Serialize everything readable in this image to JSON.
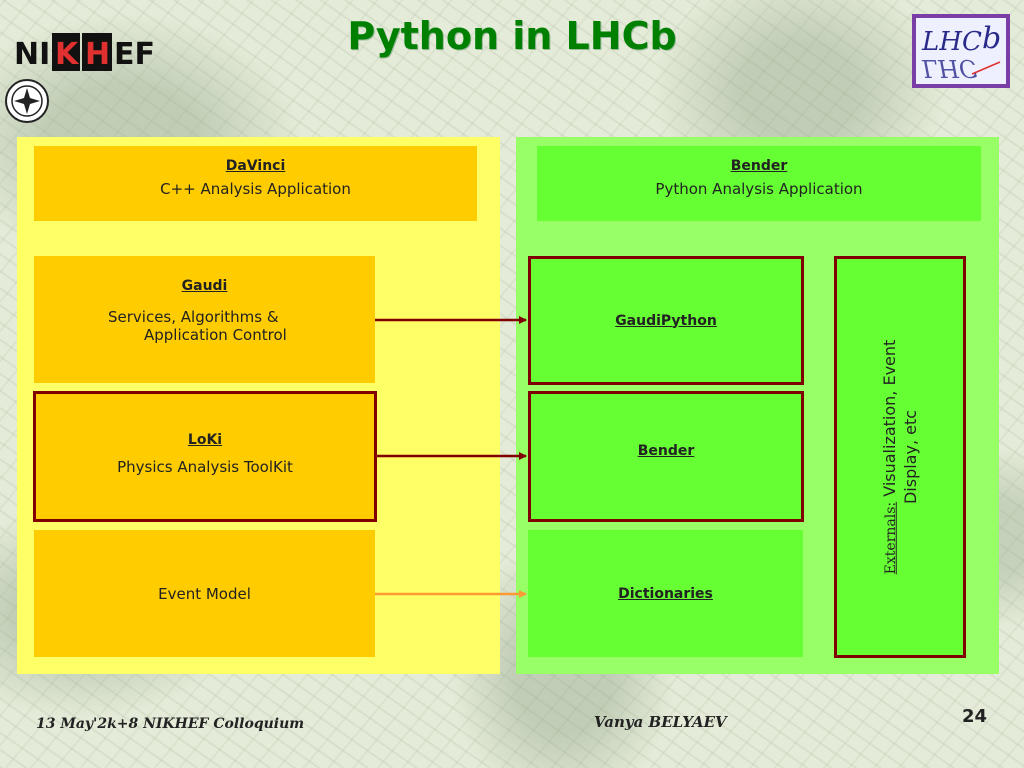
{
  "title": "Python in LHCb",
  "logos": {
    "nikhef": "NIKHEF",
    "lhcb": "LHCb"
  },
  "davinci": {
    "name": "DaVinci",
    "desc": "C++ Analysis Application"
  },
  "bender_app": {
    "name": "Bender",
    "desc": "Python Analysis Application"
  },
  "gaudi": {
    "name": "Gaudi",
    "desc_line1": "Services, Algorithms &",
    "desc_line2": "Application Control"
  },
  "loki": {
    "name": "LoKi",
    "desc": "Physics Analysis ToolKit"
  },
  "event_model": "Event Model",
  "gaudipython": "GaudiPython",
  "bender_module": "Bender",
  "dictionaries": "Dictionaries",
  "externals": {
    "label": "Externals:",
    "text": "Visualization, Event Display, etc"
  },
  "footer": {
    "date": "13 May'2k+8  NIKHEF Colloquium",
    "author": "Vanya  BELYAEV",
    "page": "24"
  },
  "colors": {
    "title": "#008000",
    "yellow_panel": "#ffff66",
    "green_panel": "#99ff66",
    "orange_box": "#ffcc00",
    "green_box": "#66ff33",
    "frame": "#800000",
    "arrow_dark": "#800000",
    "arrow_light": "#ff9933"
  }
}
